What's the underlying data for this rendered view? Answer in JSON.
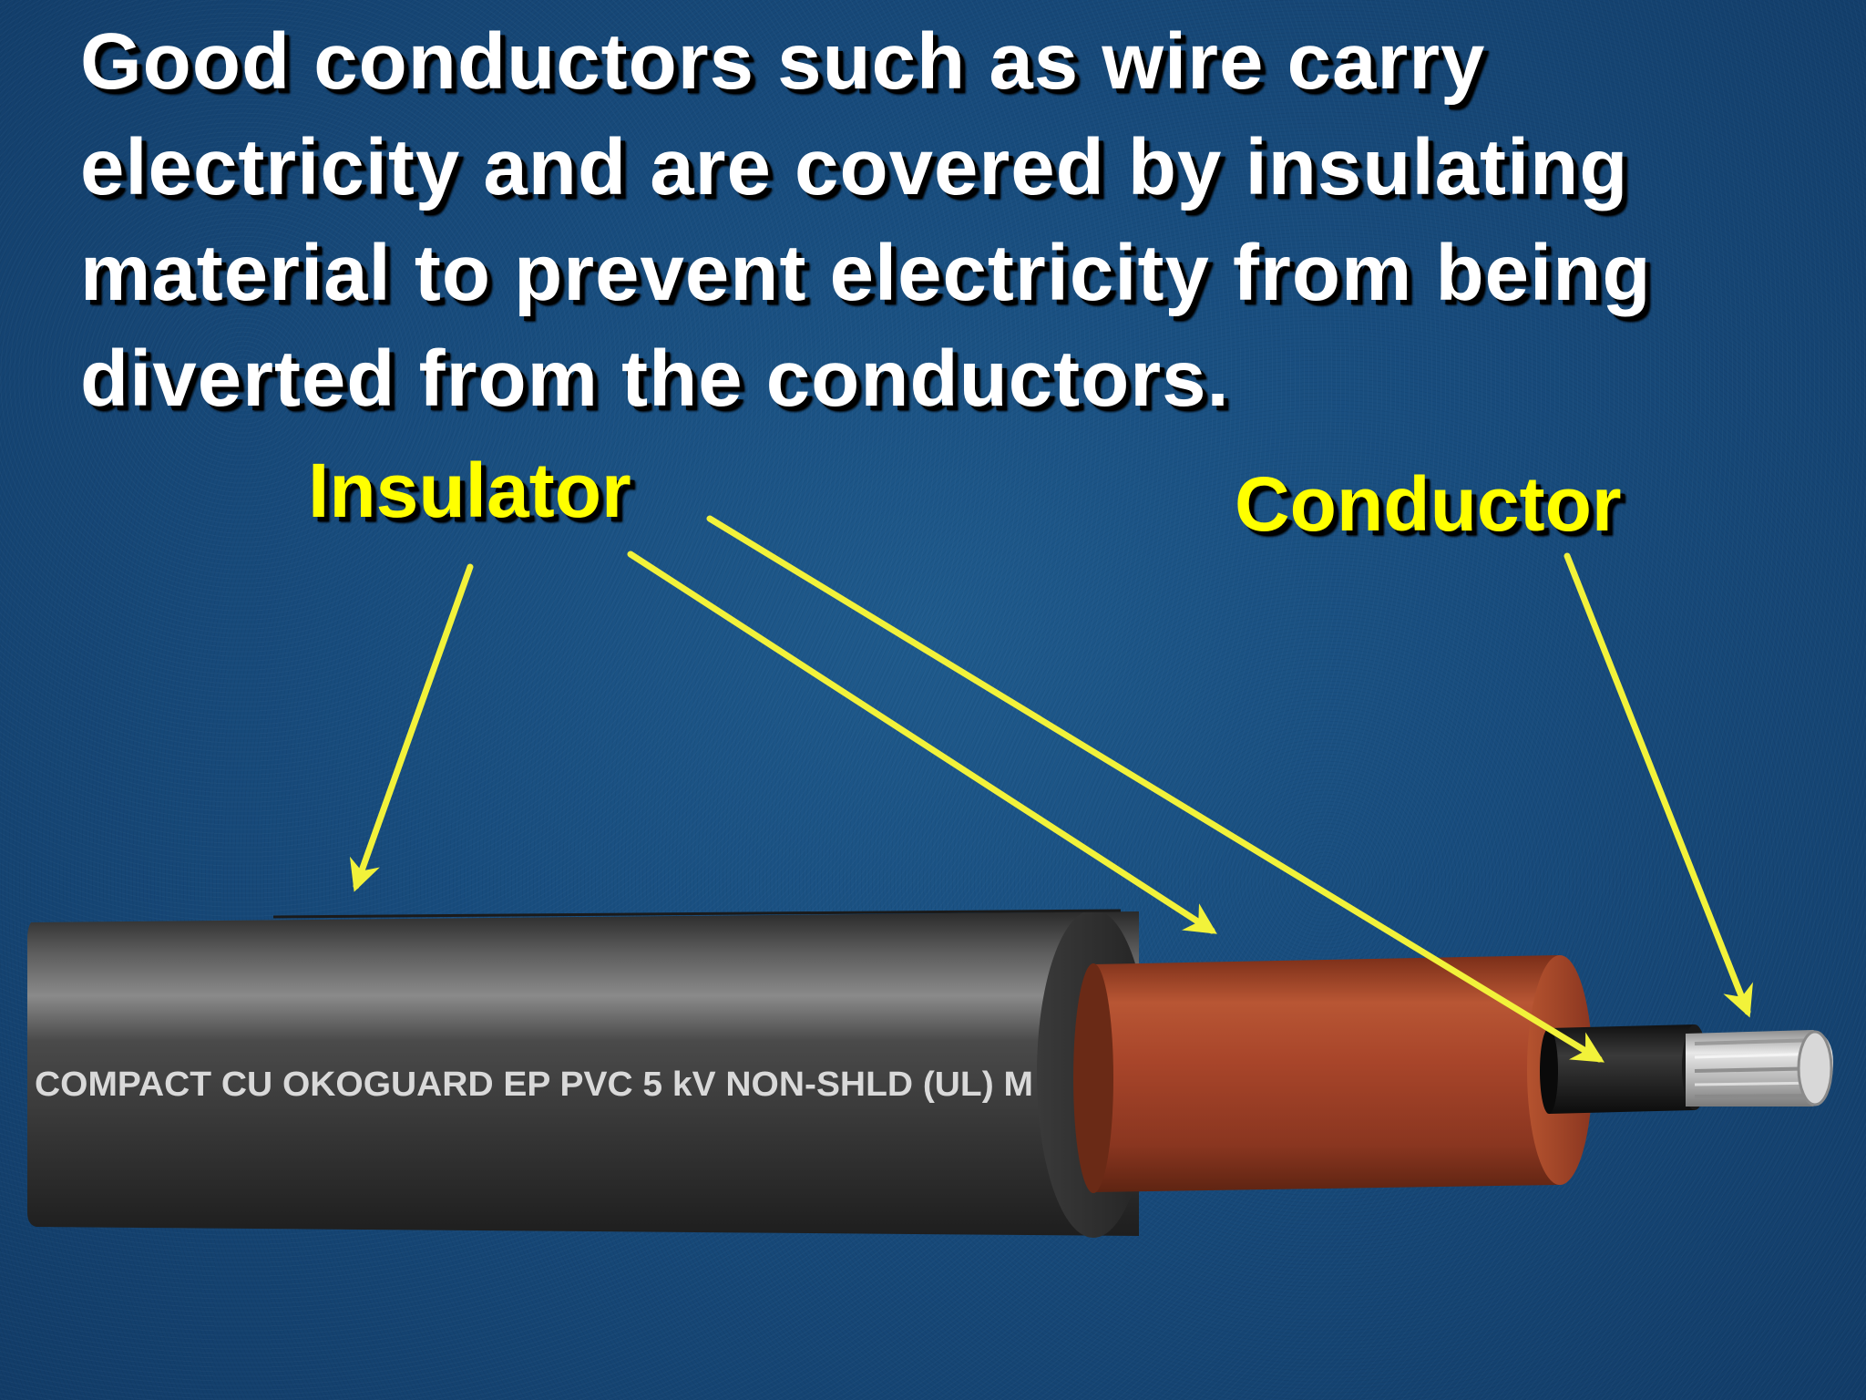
{
  "heading": {
    "lines": [
      "Good conductors such as wire carry",
      "electricity and are covered by insulating",
      "material to prevent electricity from being",
      "diverted from the conductors."
    ]
  },
  "labels": {
    "insulator": "Insulator",
    "conductor": "Conductor"
  },
  "cable": {
    "printed_text": "COMPACT CU OKOGUARD EP PVC 5 kV NON-SHLD (UL) M"
  },
  "colors": {
    "background": "#184c7d",
    "label": "#ffff00",
    "arrow": "#f2f23a",
    "outer_jacket": "#3c3c3c",
    "inner_insulation": "#a8452a",
    "conductor_insulation": "#1f1f1f",
    "conductor_strands": "#c9c9c9"
  }
}
